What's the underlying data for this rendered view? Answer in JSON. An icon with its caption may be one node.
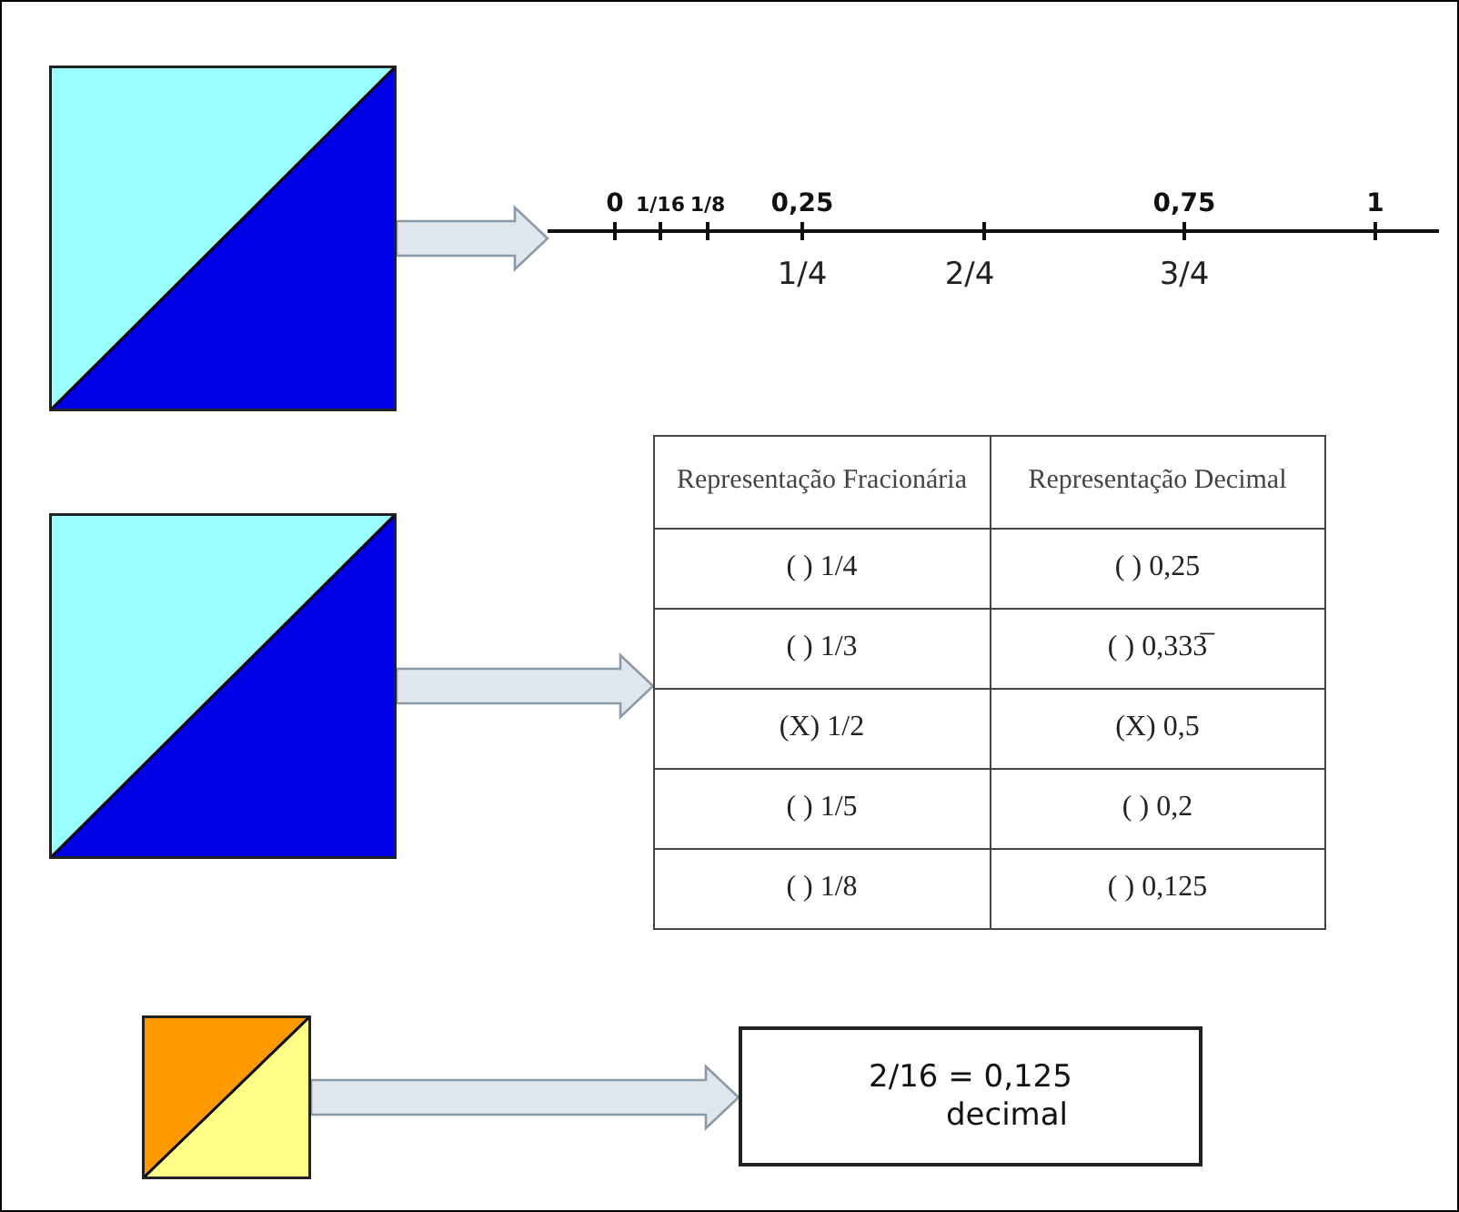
{
  "diagram": {
    "nodes": [
      {
        "text": [],
        "shape": "box"
      },
      {
        "text": [
          "0",
          "1/16",
          "1/8",
          "0,25",
          "0,75",
          "1",
          "1/4",
          "2/4",
          "3/4"
        ]
      },
      {
        "text": [],
        "shape": "box"
      },
      {
        "text": [
          "Representação Fracionária",
          "Representação Decimal",
          "( ) 1/4",
          "( ) 0,25",
          "( ) 1/3",
          "( ) 0,333̅",
          "(X) 1/2",
          "(X) 0,5",
          "( ) 1/5",
          "( ) 0,2",
          "( ) 1/8",
          "( ) 0,125"
        ]
      },
      {
        "text": [],
        "shape": "box"
      },
      {
        "text": [
          "2/16 = 0,125",
          "decimal"
        ]
      }
    ],
    "edges": [
      {
        "from": 0,
        "to": 1,
        "arrow": "to"
      },
      {
        "from": 2,
        "to": 3,
        "arrow": "to"
      },
      {
        "from": 4,
        "to": 5,
        "arrow": "to"
      }
    ]
  }
}
